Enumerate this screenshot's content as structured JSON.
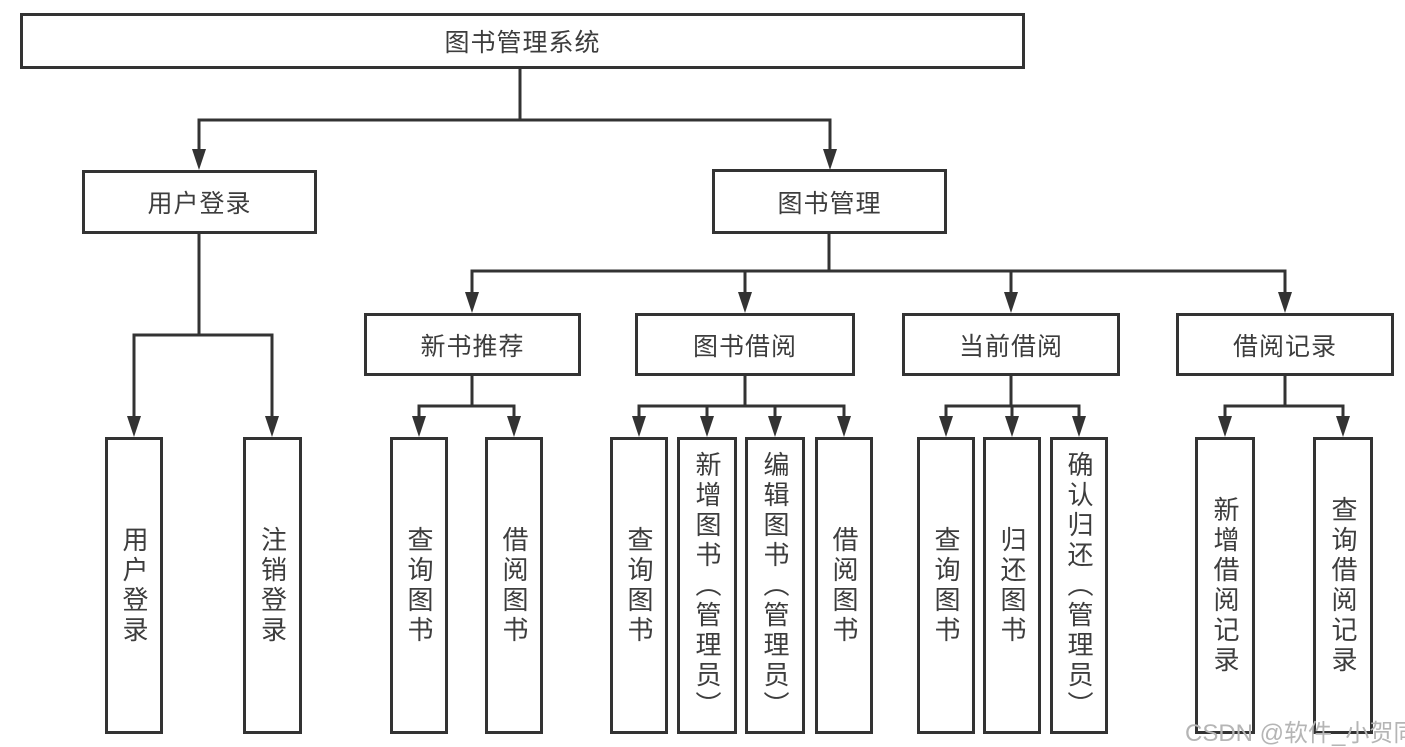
{
  "diagram": {
    "root": {
      "label": "图书管理系统"
    },
    "branches": [
      {
        "label": "用户登录",
        "children": [
          {
            "label": "用户登录"
          },
          {
            "label": "注销登录"
          }
        ]
      },
      {
        "label": "图书管理",
        "children": [
          {
            "label": "新书推荐",
            "children": [
              {
                "label": "查询图书"
              },
              {
                "label": "借阅图书"
              }
            ]
          },
          {
            "label": "图书借阅",
            "children": [
              {
                "label": "查询图书"
              },
              {
                "label": "新增图书（管理员）"
              },
              {
                "label": "编辑图书（管理员）"
              },
              {
                "label": "借阅图书"
              }
            ]
          },
          {
            "label": "当前借阅",
            "children": [
              {
                "label": "查询图书"
              },
              {
                "label": "归还图书"
              },
              {
                "label": "确认归还（管理员）"
              }
            ]
          },
          {
            "label": "借阅记录",
            "children": [
              {
                "label": "新增借阅记录"
              },
              {
                "label": "查询借阅记录"
              }
            ]
          }
        ]
      }
    ]
  },
  "watermark": {
    "text": "CSDN @软件_小贺同学"
  },
  "colors": {
    "line": "#333333",
    "border": "#333333",
    "text": "#3d3d3d",
    "background": "#ffffff",
    "watermark": "#b5b5b5"
  }
}
